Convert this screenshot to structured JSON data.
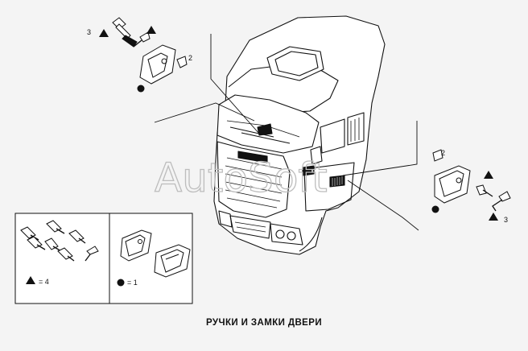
{
  "caption": "РУЧКИ И ЗАМКИ ДВЕРИ",
  "watermark": "AutoSoft",
  "callouts": {
    "top_left_triangle_qty": "3",
    "top_left_part": "2",
    "right_part": "2",
    "right_triangle_qty": "3"
  },
  "legend": {
    "triangle_text": "= 4",
    "dot_text": "= 1"
  },
  "colors": {
    "line": "#111111",
    "background": "#f4f4f4",
    "watermark": "#bdbdbd"
  }
}
